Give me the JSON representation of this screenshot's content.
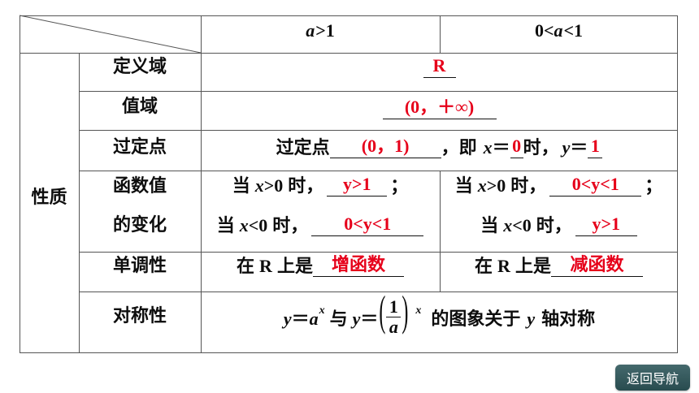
{
  "header": {
    "case_a": {
      "var": "a",
      "rel": ">1"
    },
    "case_b": {
      "lead": "0<",
      "var": "a",
      "rel": "<1"
    }
  },
  "group_label": "性质",
  "domain": {
    "label": "定义域",
    "answer": "R"
  },
  "range": {
    "label": "值域",
    "answer": "(0，＋∞)"
  },
  "fixed_point": {
    "label": "过定点",
    "lead": "过定点",
    "answer_point": "(0，1)",
    "mid": "，即",
    "var_x": "x",
    "eq_x": "＝",
    "answer_x": "0",
    "when": "时，",
    "var_y": "y",
    "eq_y": "＝",
    "answer_y": "1"
  },
  "value_change": {
    "label_line1": "函数值",
    "label_line2": "的变化",
    "case_a": [
      {
        "lead": "当",
        "var": "x",
        "cond": ">0",
        "tail": "时，",
        "answer": "y>1",
        "end": "；"
      },
      {
        "lead": "当",
        "var": "x",
        "cond": "<0",
        "tail": "时，",
        "answer": "0<y<1"
      }
    ],
    "case_b": [
      {
        "lead": "当",
        "var": "x",
        "cond": ">0",
        "tail": "时，",
        "answer": "0<y<1",
        "end": "；"
      },
      {
        "lead": "当",
        "var": "x",
        "cond": "<0",
        "tail": "时，",
        "answer": "y>1"
      }
    ]
  },
  "monotonicity": {
    "label": "单调性",
    "case_a": {
      "lead": "在",
      "set": "R",
      "tail": "上是",
      "answer": "增函数"
    },
    "case_b": {
      "lead": "在",
      "set": "R",
      "tail": "上是",
      "answer": "减函数"
    }
  },
  "symmetry": {
    "label": "对称性",
    "y1": "y",
    "eq1": "＝",
    "base": "a",
    "exp1": "x",
    "conj": "与",
    "y2": "y",
    "eq2": "＝",
    "paren_open": "(",
    "num": "1",
    "den": "a",
    "paren_close": ")",
    "exp2": "x",
    "desc": "的图象关于",
    "axis_var": "y",
    "axis_desc": "轴对称"
  },
  "nav_button": {
    "label": "返回导航"
  },
  "colors": {
    "answer": "#e6001a",
    "rule": "#555555",
    "button": "#2f585c",
    "button_text": "#ffffff"
  }
}
